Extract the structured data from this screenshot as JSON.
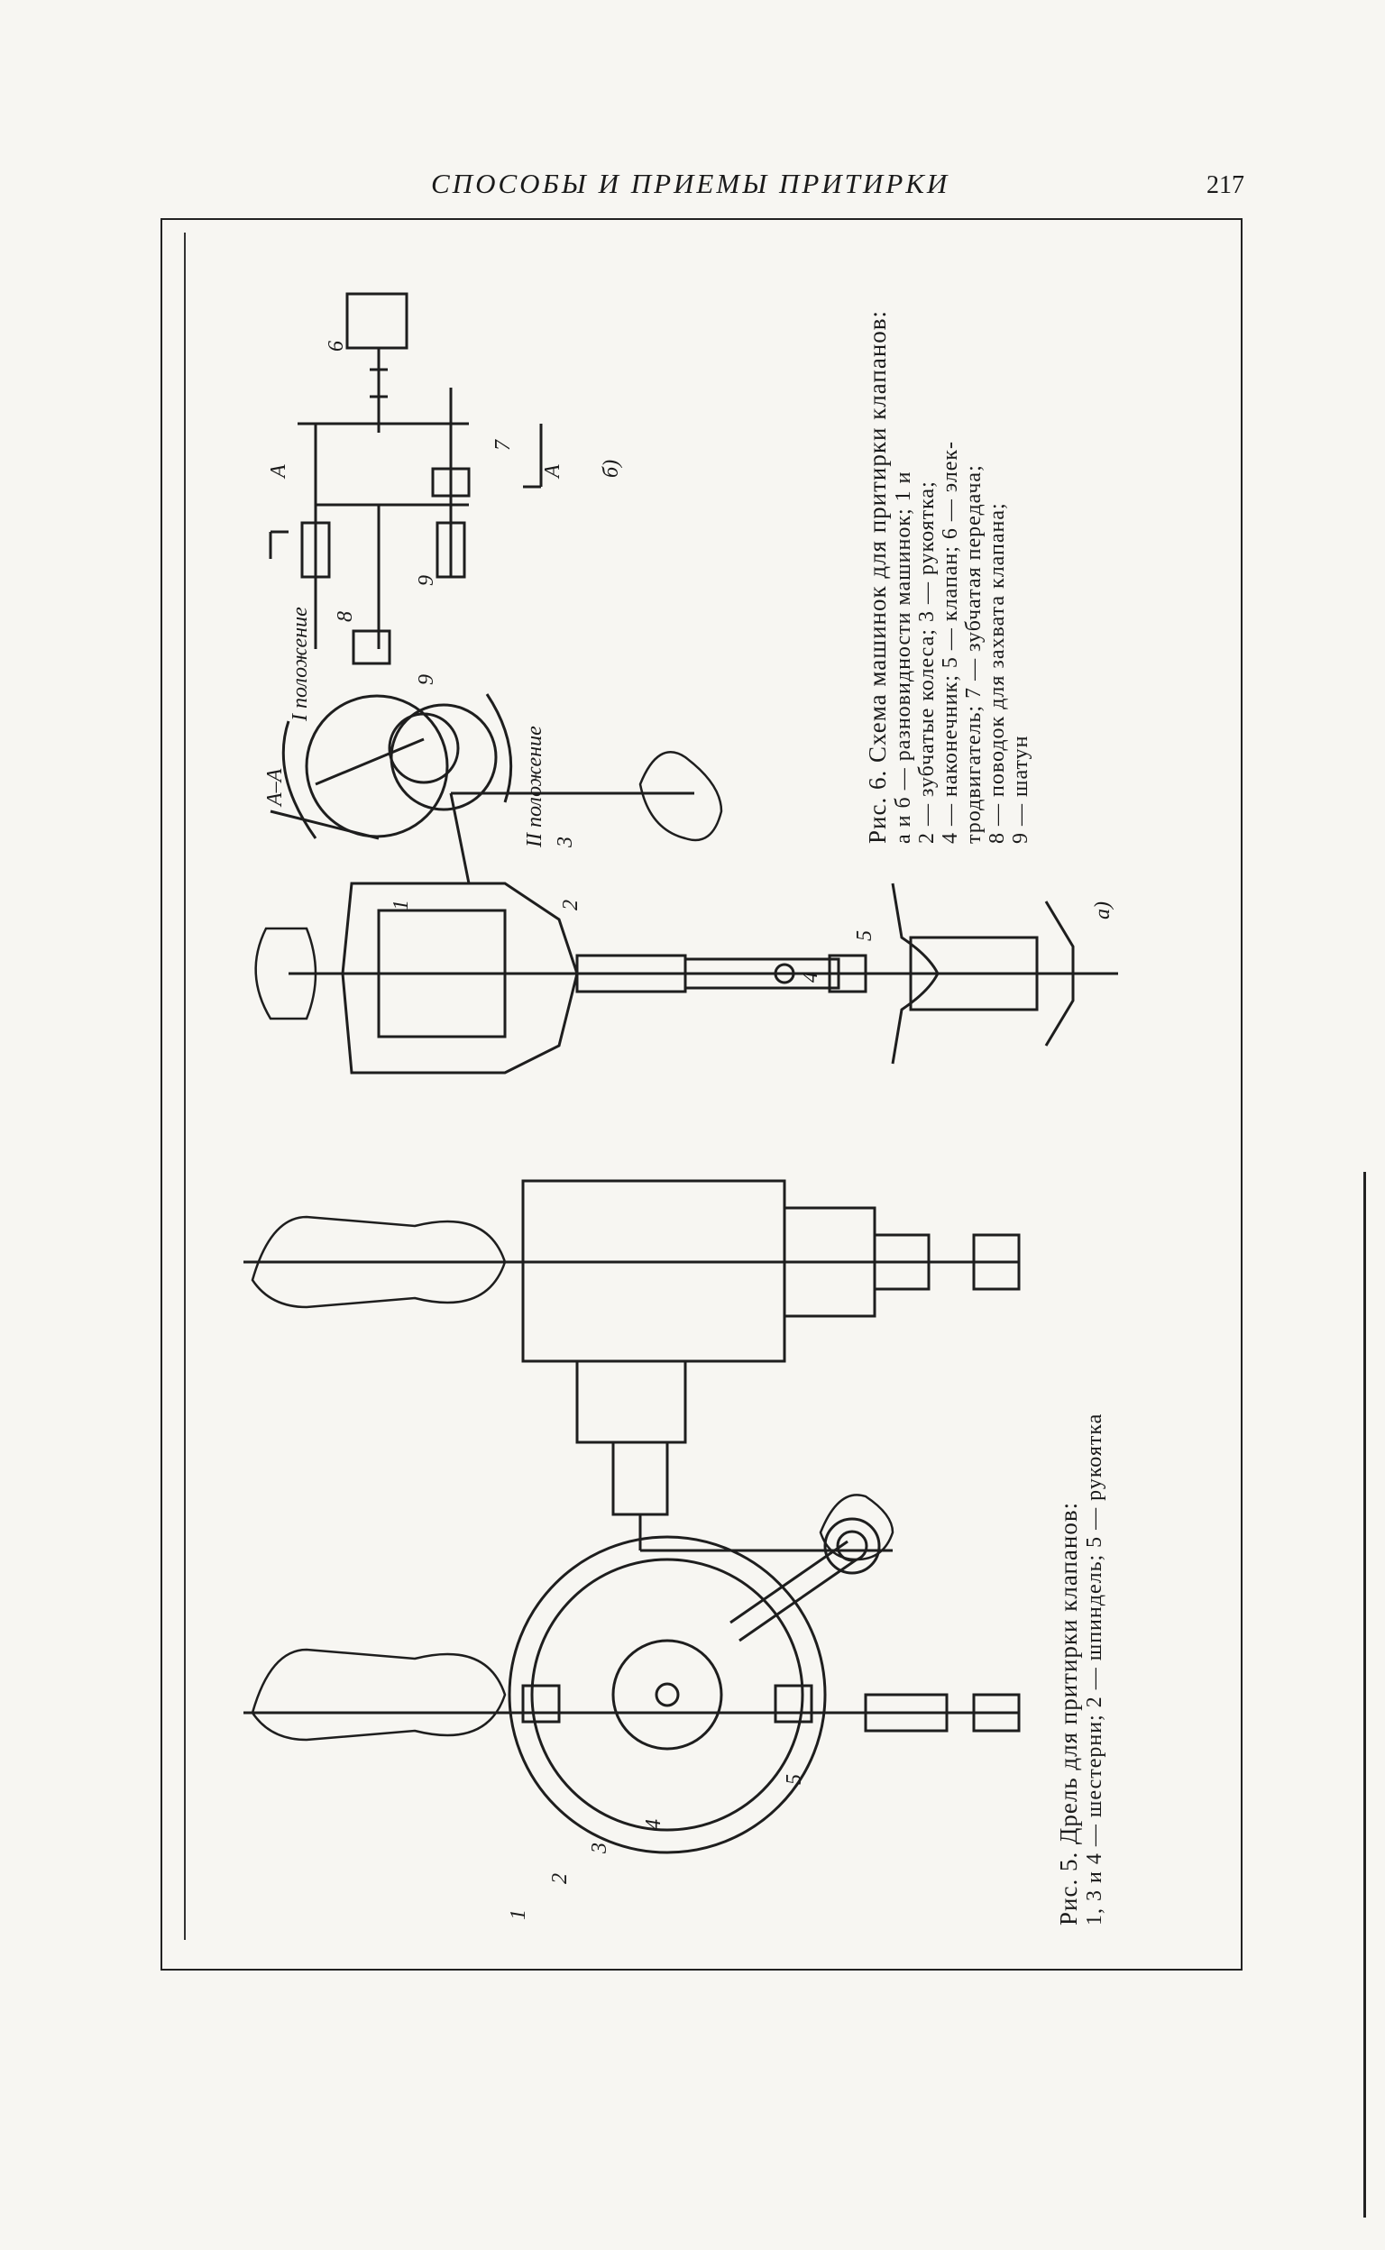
{
  "header": {
    "running_title": "СПОСОБЫ И ПРИЕМЫ ПРИТИРКИ",
    "page_number": "217"
  },
  "fig6": {
    "title": "Рис. 6. Схема машинок для притирки клапанов:",
    "lines": [
      "а и б — разновидности машинок; 1 и",
      "2 — зубчатые колеса; 3 — рукоятка;",
      "4 — наконечник; 5 — клапан; 6 — элек-",
      "тродвигатель; 7 — зубчатая передача;",
      "8 — поводок для захвата клапана;",
      "9 — шатун"
    ],
    "variant_a": "а)",
    "variant_b": "б)",
    "section_label": "А–А",
    "section_mark": "А",
    "position_1": "I положение",
    "position_2": "II положение",
    "callouts": [
      "1",
      "2",
      "3",
      "4",
      "5",
      "6",
      "7",
      "8",
      "9",
      "9"
    ]
  },
  "fig5": {
    "title": "Рис. 5. Дрель для притирки клапанов:",
    "line": "1, 3 и 4 — шестерни; 2 — шпиндель; 5 — рукоятка",
    "callouts": [
      "1",
      "2",
      "3",
      "4",
      "5"
    ]
  }
}
